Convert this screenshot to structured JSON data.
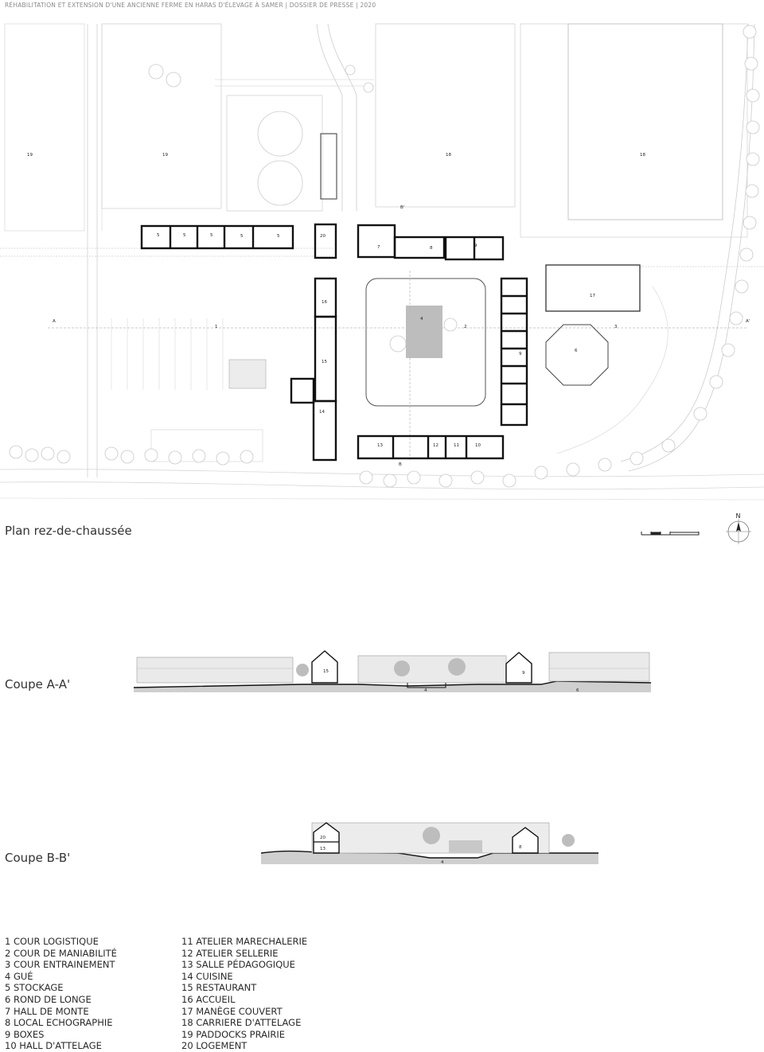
{
  "header": "RÉHABILITATION ET EXTENSION D'UNE ANCIENNE FERME EN HARAS D'ÉLEVAGE À SAMER | DOSSIER DE PRESSE | 2020",
  "captions": {
    "plan": "Plan rez-de-chaussée",
    "section_aa": "Coupe A-A'",
    "section_bb": "Coupe B-B'"
  },
  "north_label": "N",
  "plan_labels": {
    "l1": "1",
    "l2": "2",
    "l3": "3",
    "l4": "4",
    "l5": "5",
    "l6": "6",
    "l7": "7",
    "l8": "8",
    "l9": "9",
    "l10": "10",
    "l11": "11",
    "l12": "12",
    "l13": "13",
    "l14": "14",
    "l15": "15",
    "l16": "16",
    "l17": "17",
    "l18": "18",
    "l19": "19",
    "l20": "20",
    "a": "A",
    "a_prime": "A'",
    "b": "B",
    "b_prime": "B'"
  },
  "section_labels": {
    "aa_15": "15",
    "aa_9": "9",
    "aa_4": "4",
    "aa_6": "6",
    "bb_20": "20",
    "bb_13": "13",
    "bb_8": "8",
    "bb_4": "4"
  },
  "legend_left": [
    "1 COUR LOGISTIQUE",
    "2 COUR DE MANIABILITÉ",
    "3 COUR ENTRAINEMENT",
    "4 GUÉ",
    "5 STOCKAGE",
    "6 ROND DE LONGE",
    "7 HALL DE MONTE",
    "8 LOCAL ECHOGRAPHIE",
    "9 BOXES",
    "10 HALL D'ATTELAGE"
  ],
  "legend_right": [
    "11 ATELIER MARECHALERIE",
    "12 ATELIER SELLERIE",
    "13  SALLE PÉDAGOGIQUE",
    "14 CUISINE",
    "15 RESTAURANT",
    "16 ACCUEIL",
    "17 MANÈGE COUVERT",
    "18 CARRIERE D'ATTELAGE",
    "19 PADDOCKS PRAIRIE",
    "20 LOGEMENT"
  ]
}
